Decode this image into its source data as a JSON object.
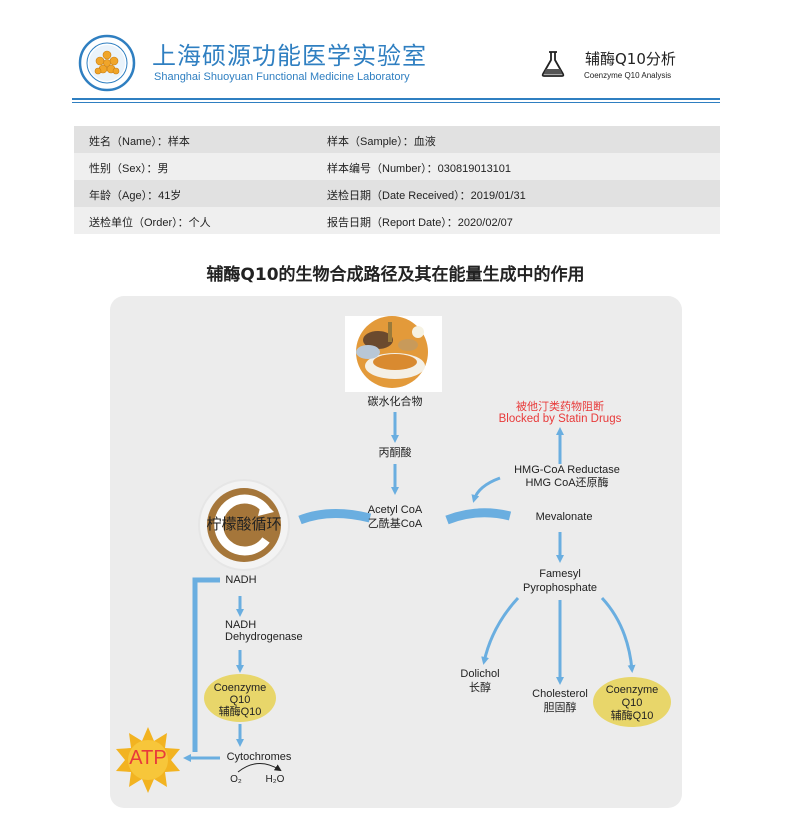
{
  "header": {
    "lab_name_cn": "上海硕源功能医学实验室",
    "lab_name_en": "Shanghai Shuoyuan Functional Medicine Laboratory",
    "report_title_cn": "辅酶Q10分析",
    "report_title_en": "Coenzyme Q10 Analysis",
    "logo_icon": "lab-logo-icon",
    "report_icon": "flask-icon",
    "brand_color": "#2f7fc1"
  },
  "patient_info": {
    "name": "姓名（Name）：样本",
    "sample": "样本（Sample）：血液",
    "sex": "性别（Sex）：男",
    "number": "样本编号（Number）：030819013101",
    "age": "年龄（Age）：41岁",
    "date_received": "送检日期（Date Received）：2019/01/31",
    "order": "送检单位（Order）：个人",
    "report_date": "报告日期（Report Date）：2020/02/07"
  },
  "diagram": {
    "title": "辅酶Q10的生物合成路径及其在能量生成中的作用",
    "carbs": "碳水化合物",
    "pyruvate": "丙酮酸",
    "acetyl_en": "Acetyl CoA",
    "acetyl_cn": "乙酰基CoA",
    "tca": "柠檬酸循环",
    "statin_cn": "被他汀类药物阻断",
    "statin_en": "Blocked by Statin Drugs",
    "hmg_en": "HMG-CoA Reductase",
    "hmg_cn": "HMG CoA还原酶",
    "mevalonate": "Mevalonate",
    "famesyl": "Famesyl",
    "pyrophosphate": "Pyrophosphate",
    "nadh": "NADH",
    "nadh_dh_1": "NADH",
    "nadh_dh_2": "Dehydrogenase",
    "coq_left_1": "Coenzyme",
    "coq_left_2": "Q10",
    "coq_left_3": "辅酶Q10",
    "cytochromes": "Cytochromes",
    "o2": "O₂",
    "h2o": "H₂O",
    "atp": "ATP",
    "dolichol_en": "Dolichol",
    "dolichol_cn": "长醇",
    "cholesterol_en": "Cholesterol",
    "cholesterol_cn": "胆固醇",
    "coq_right_1": "Coenzyme",
    "coq_right_2": "Q10",
    "coq_right_3": "辅酶Q10",
    "colors": {
      "arrow": "#6aaee0",
      "statin_text": "#e83a3a",
      "coq_ellipse": "#e8d66a",
      "tca_circle": "#a5763a",
      "atp_burst": "#f2b321",
      "panel": "#ececec"
    }
  }
}
